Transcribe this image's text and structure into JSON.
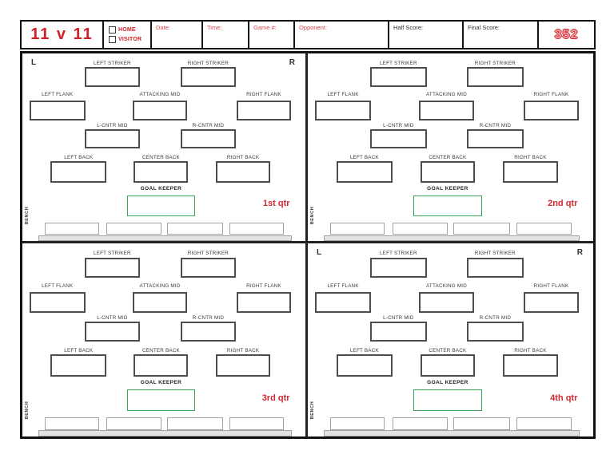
{
  "header": {
    "title": "11 v 11",
    "checkboxes": [
      "HOME",
      "VISITOR"
    ],
    "fields": [
      {
        "label": "Date:"
      },
      {
        "label": "Time:"
      },
      {
        "label": "Game #:"
      },
      {
        "label": "Opponent:"
      },
      {
        "label": "Half Score:"
      },
      {
        "label": "Final Score:"
      }
    ],
    "page_number": "352"
  },
  "positions": {
    "row1": [
      "LEFT STRIKER",
      "RIGHT STRIKER"
    ],
    "row2": [
      "LEFT FLANK",
      "ATTACKING MID",
      "RIGHT FLANK"
    ],
    "row3": [
      "L-CNTR MID",
      "R-CNTR MID"
    ],
    "row4": [
      "LEFT BACK",
      "CENTER BACK",
      "RIGHT BACK"
    ],
    "goalkeeper": "GOAL KEEPER",
    "bench": "BENCH",
    "bench_slots": 4
  },
  "quadrants": [
    {
      "quarter": "1st qtr",
      "corner_left": "L",
      "corner_right": "R"
    },
    {
      "quarter": "2nd qtr",
      "corner_left": "",
      "corner_right": ""
    },
    {
      "quarter": "3rd qtr",
      "corner_left": "",
      "corner_right": ""
    },
    {
      "quarter": "4th qtr",
      "corner_left": "L",
      "corner_right": "R"
    }
  ],
  "colors": {
    "accent_red": "#cf2127",
    "goalkeeper_green": "#3aa355",
    "box_border": "#4d4d4d",
    "bench_gray": "#a3a3a3",
    "frame_black": "#111111"
  }
}
